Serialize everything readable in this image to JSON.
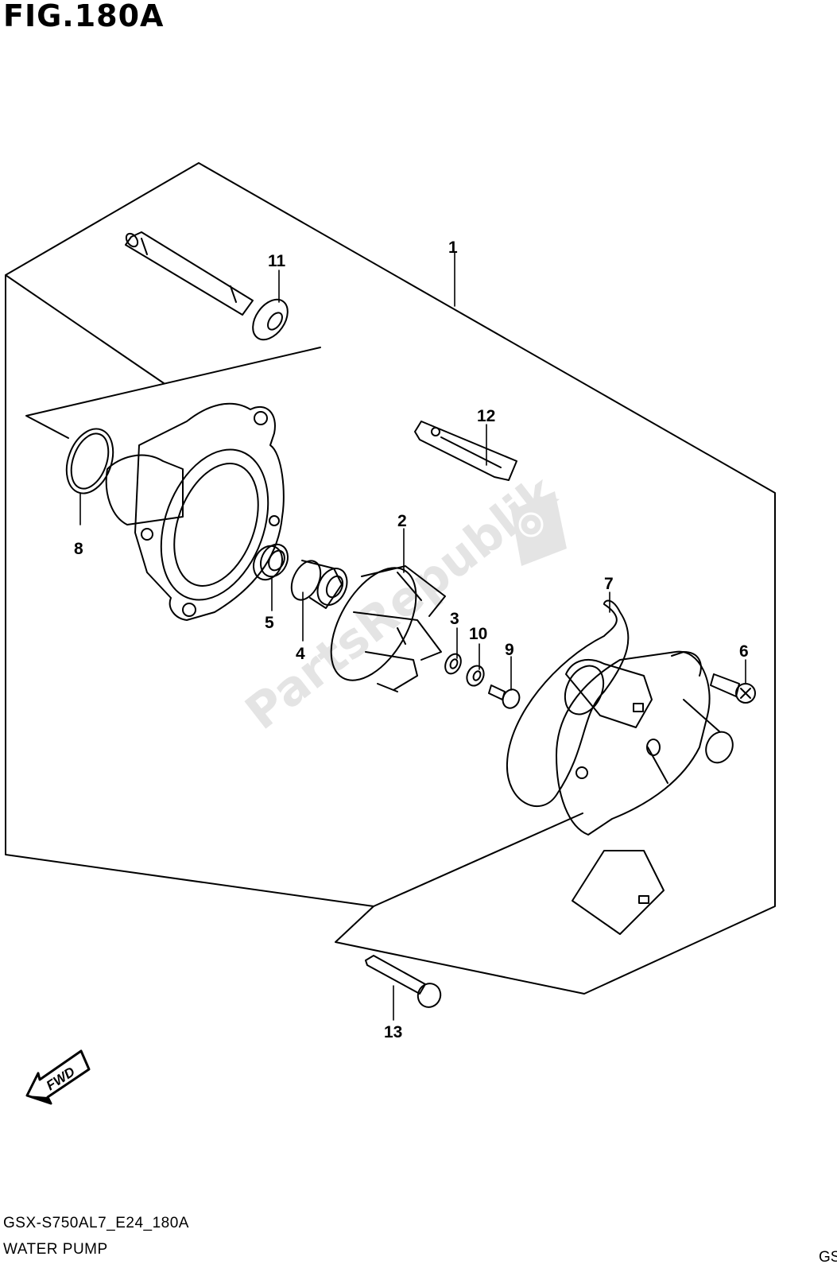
{
  "figure": {
    "title": "FIG.180A",
    "code": "GSX-S750AL7_E24_180A",
    "name": "WATER PUMP",
    "edge_text": "GS"
  },
  "watermark": "PartsRepublik",
  "direction_label": "FWD",
  "callouts": [
    {
      "num": "1",
      "part": "pump-assembly"
    },
    {
      "num": "2",
      "part": "impeller"
    },
    {
      "num": "3",
      "part": "washer"
    },
    {
      "num": "4",
      "part": "mechanical-seal"
    },
    {
      "num": "5",
      "part": "oil-seal"
    },
    {
      "num": "6",
      "part": "screw"
    },
    {
      "num": "7",
      "part": "o-ring-cover"
    },
    {
      "num": "8",
      "part": "o-ring"
    },
    {
      "num": "9",
      "part": "bolt"
    },
    {
      "num": "10",
      "part": "washer"
    },
    {
      "num": "11",
      "part": "washer"
    },
    {
      "num": "12",
      "part": "clip"
    },
    {
      "num": "13",
      "part": "bolt"
    }
  ],
  "colors": {
    "ink": "#000000",
    "paper": "#ffffff",
    "watermark": "#cfcfcf"
  }
}
